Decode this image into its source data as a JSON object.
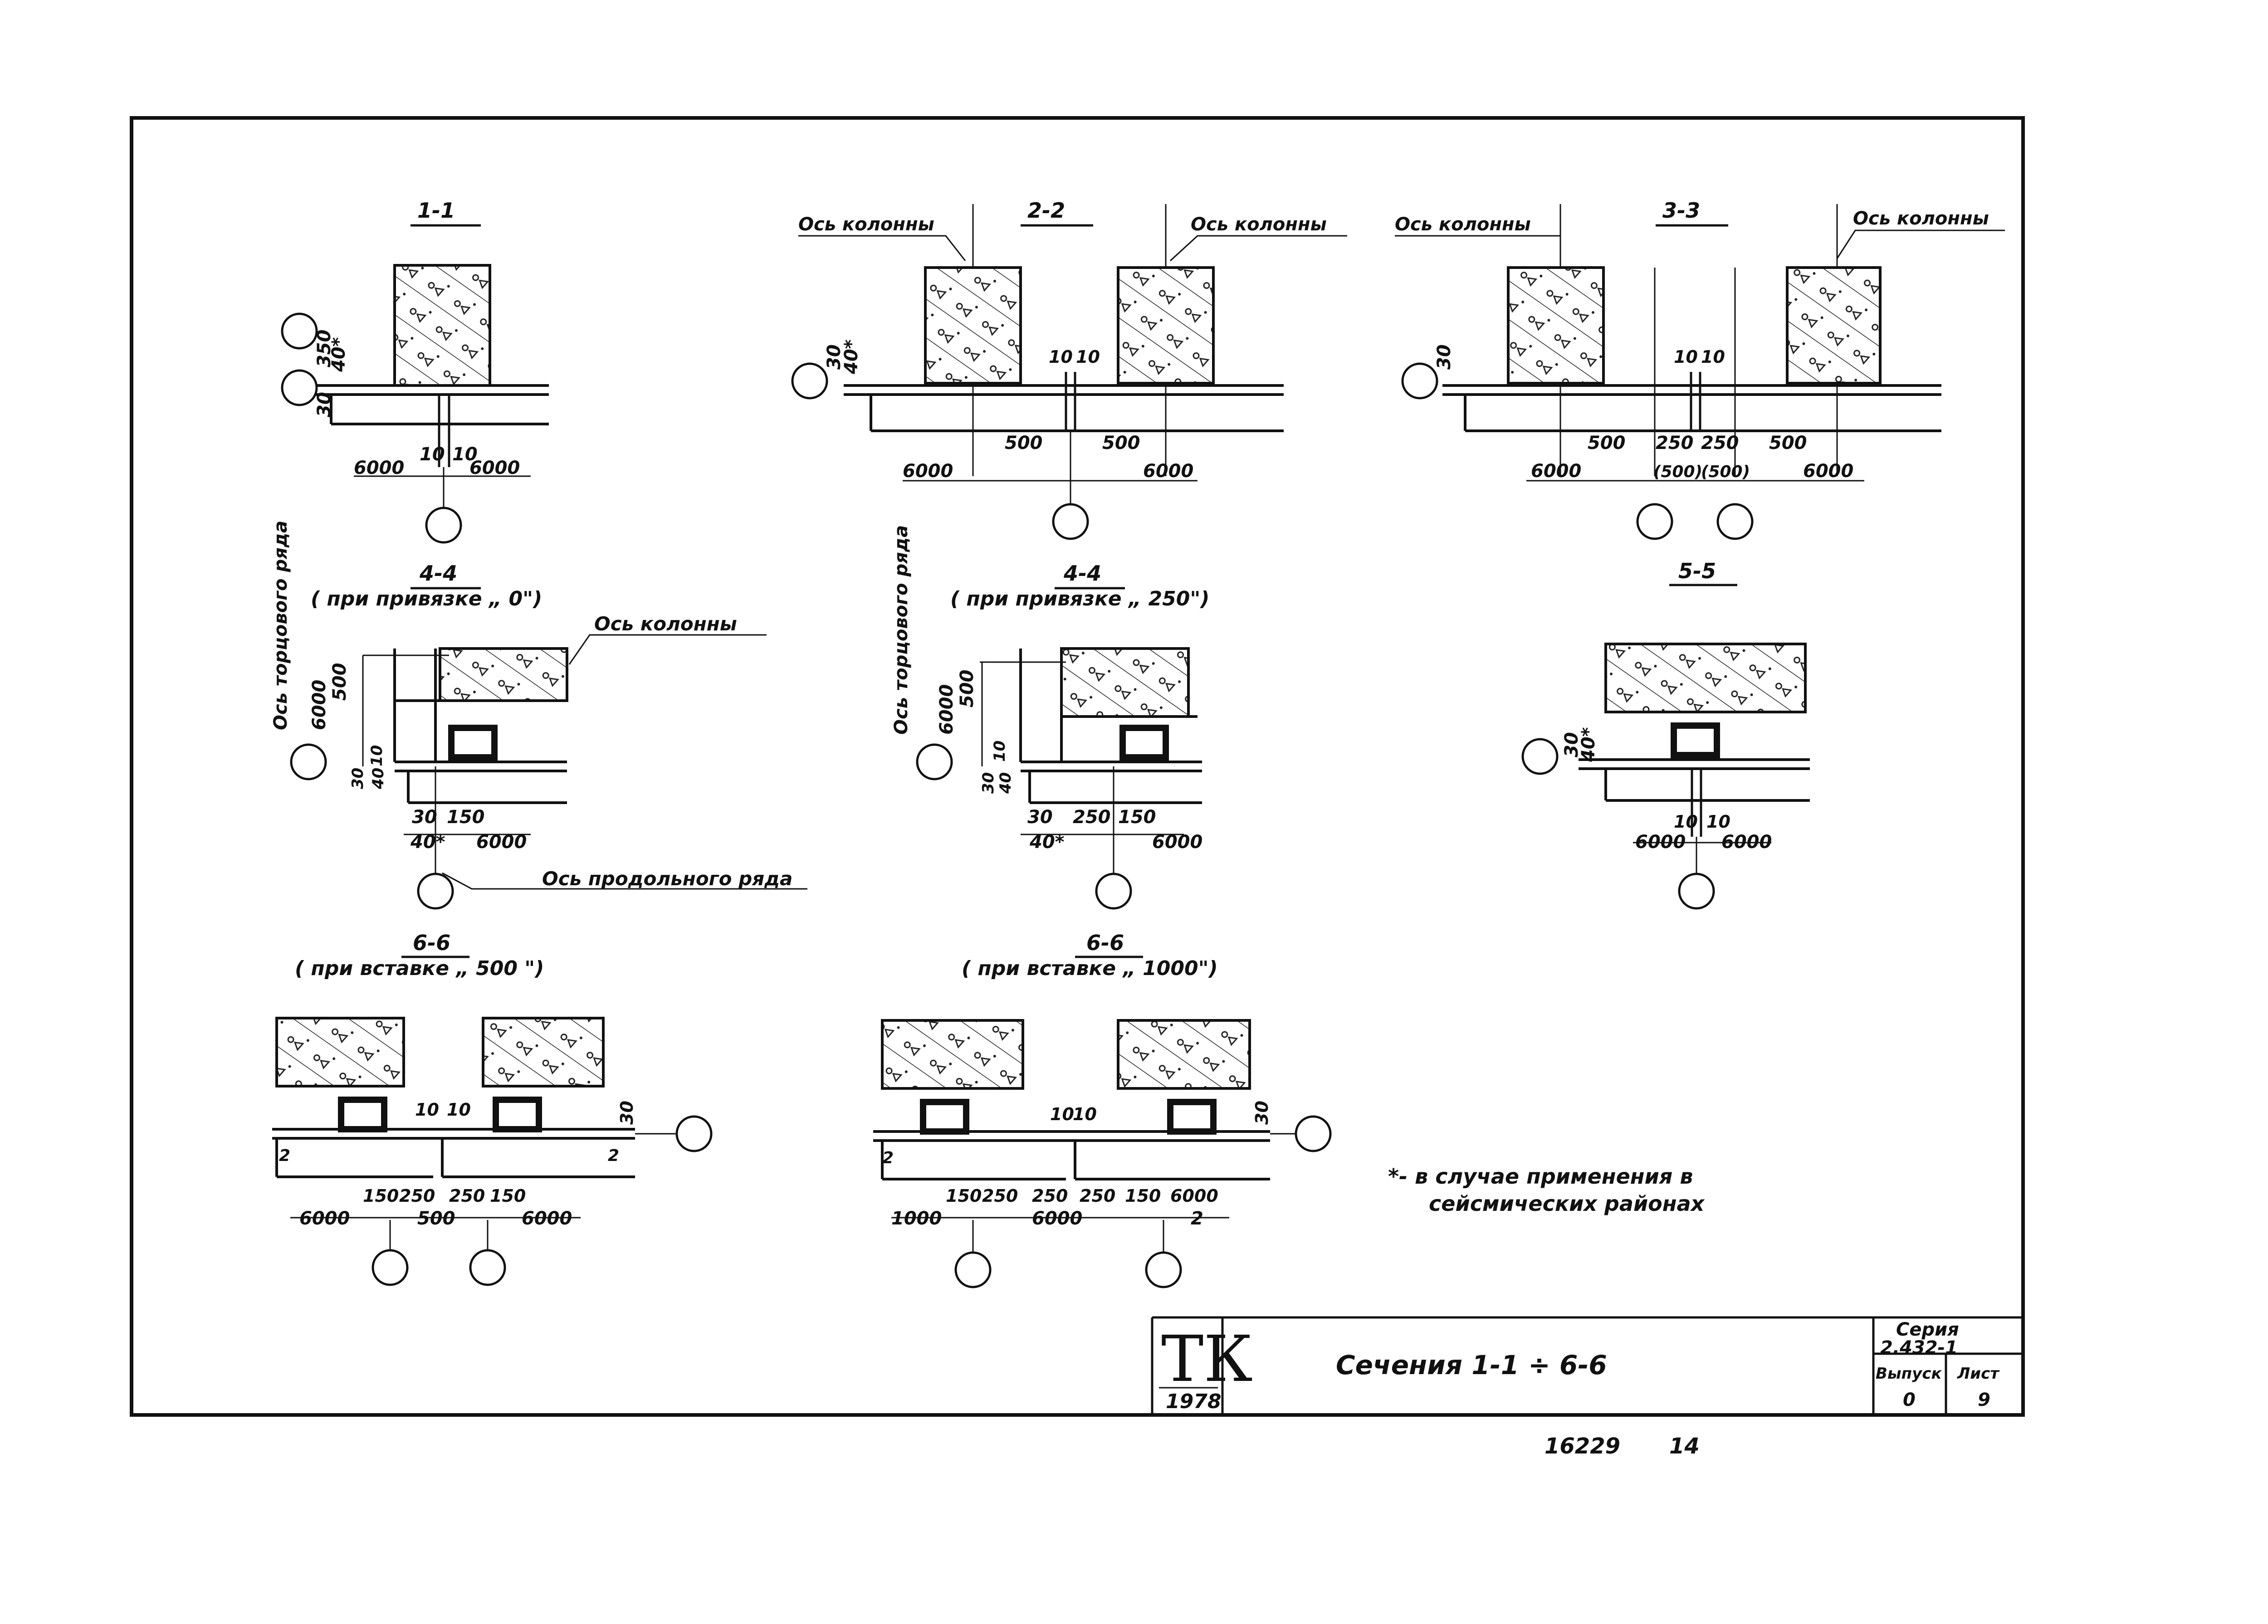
{
  "sections": {
    "s11": {
      "title": "1-1",
      "dims": [
        "350",
        "40*",
        "30",
        "10",
        "10",
        "6000",
        "6000"
      ]
    },
    "s22": {
      "title": "2-2",
      "axis_left": "Ось колонны",
      "axis_right": "Ось колонны",
      "dims": [
        "30",
        "40*",
        "10",
        "10",
        "500",
        "500",
        "6000",
        "6000"
      ]
    },
    "s33": {
      "title": "3-3",
      "axis_left": "Ось колонны",
      "axis_right": "Ось колонны",
      "dims": [
        "30",
        "10",
        "10",
        "500",
        "250",
        "250",
        "500",
        "(500)",
        "(500)",
        "6000",
        "6000"
      ]
    },
    "s44a": {
      "title": "4-4",
      "subtitle": "( при привязке „ 0\")",
      "axis_end": "Ось торцового ряда",
      "axis_col": "Ось колонны",
      "axis_long": "Ось продольного ряда",
      "dims": [
        "6000",
        "500",
        "10",
        "30",
        "40",
        "30",
        "150",
        "40*",
        "6000"
      ]
    },
    "s44b": {
      "title": "4-4",
      "subtitle": "( при привязке „ 250\")",
      "axis_end": "Ось торцового ряда",
      "dims": [
        "6000",
        "500",
        "10",
        "30",
        "40",
        "30",
        "250",
        "150",
        "40*",
        "6000"
      ]
    },
    "s55": {
      "title": "5-5",
      "dims": [
        "30",
        "40*",
        "10",
        "10",
        "6000",
        "6000"
      ]
    },
    "s66a": {
      "title": "6-6",
      "subtitle": "( при вставке „ 500 \")",
      "dims": [
        "10",
        "10",
        "30",
        "150",
        "250",
        "250",
        "150",
        "6000",
        "500",
        "6000",
        "2",
        "2"
      ]
    },
    "s66b": {
      "title": "6-6",
      "subtitle": "( при вставке „ 1000\")",
      "dims": [
        "10",
        "10",
        "30",
        "150",
        "250",
        "250",
        "250",
        "150",
        "6000",
        "1000",
        "6000",
        "2",
        "2"
      ]
    }
  },
  "note": {
    "line1": "*- в случае применения в",
    "line2": "сейсмических районах"
  },
  "title_block": {
    "logo": "ТК",
    "year": "1978",
    "name": "Сечения  1-1 ÷ 6-6",
    "series_label": "Серия",
    "series_value": "2.432-1",
    "issue_label": "Выпуск",
    "issue_value": "0",
    "sheet_label": "Лист",
    "sheet_value": "9"
  },
  "footer": {
    "code": "16229",
    "page": "14"
  }
}
